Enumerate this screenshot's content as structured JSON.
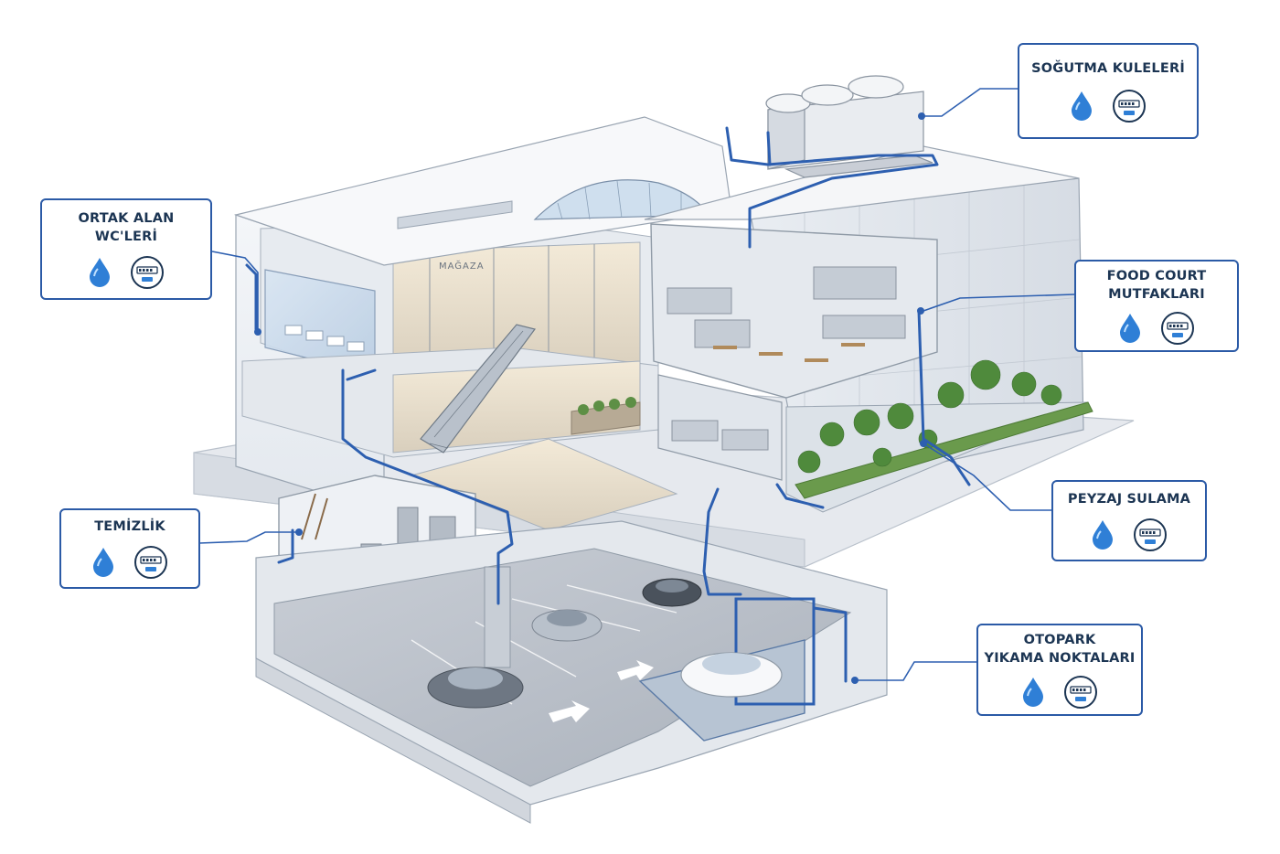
{
  "callouts": {
    "cooling_towers": {
      "title": "SOĞUTMA KULELERİ",
      "icons": [
        "water-drop-icon",
        "water-meter-icon"
      ]
    },
    "common_wc": {
      "title_line1": "ORTAK ALAN",
      "title_line2": "WC'LERİ",
      "icons": [
        "water-drop-icon",
        "water-meter-icon"
      ]
    },
    "food_court": {
      "title_line1": "FOOD COURT",
      "title_line2": "MUTFAKLARI",
      "icons": [
        "water-drop-icon",
        "water-meter-icon"
      ]
    },
    "cleaning": {
      "title": "TEMİZLİK",
      "icons": [
        "water-drop-icon",
        "water-meter-icon"
      ]
    },
    "landscape": {
      "title": "PEYZAJ SULAMA",
      "icons": [
        "water-drop-icon",
        "water-meter-icon"
      ]
    },
    "parking_wash": {
      "title_line1": "OTOPARK",
      "title_line2": "YIKAMA NOKTALARI",
      "icons": [
        "water-drop-icon",
        "water-meter-icon"
      ]
    }
  },
  "scene": {
    "store_sign": "MAĞAZA"
  },
  "colors": {
    "pipe": "#2d5fb0",
    "accent": "#2b5aa6",
    "drop": "#2f7fd6",
    "label_text": "#1c3553",
    "building": "#eef1f5",
    "greenery": "#4f8a3c"
  }
}
